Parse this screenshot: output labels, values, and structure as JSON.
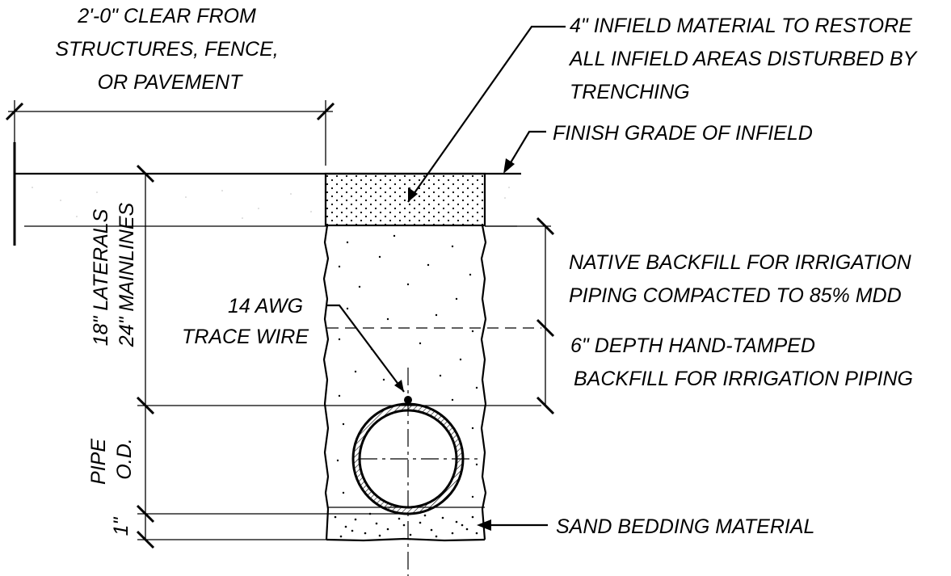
{
  "labels": {
    "clearance": [
      "2'-0\" CLEAR FROM",
      "STRUCTURES, FENCE,",
      "OR PAVEMENT"
    ],
    "infield_material": [
      "4\" INFIELD MATERIAL TO RESTORE",
      "ALL INFIELD AREAS DISTURBED BY",
      "TRENCHING"
    ],
    "finish_grade": "FINISH GRADE OF INFIELD",
    "native_backfill": [
      "NATIVE BACKFILL FOR IRRIGATION",
      "PIPING COMPACTED TO 85% MDD"
    ],
    "hand_tamped": [
      "6\" DEPTH HAND-TAMPED",
      "BACKFILL FOR IRRIGATION PIPING"
    ],
    "trace_wire": [
      "14 AWG",
      "TRACE WIRE"
    ],
    "sand_bedding": "SAND BEDDING MATERIAL",
    "depth": [
      "18\" LATERALS",
      "24\" MAINLINES"
    ],
    "pipe_od": [
      "PIPE",
      "O.D."
    ],
    "one_inch": "1\""
  }
}
